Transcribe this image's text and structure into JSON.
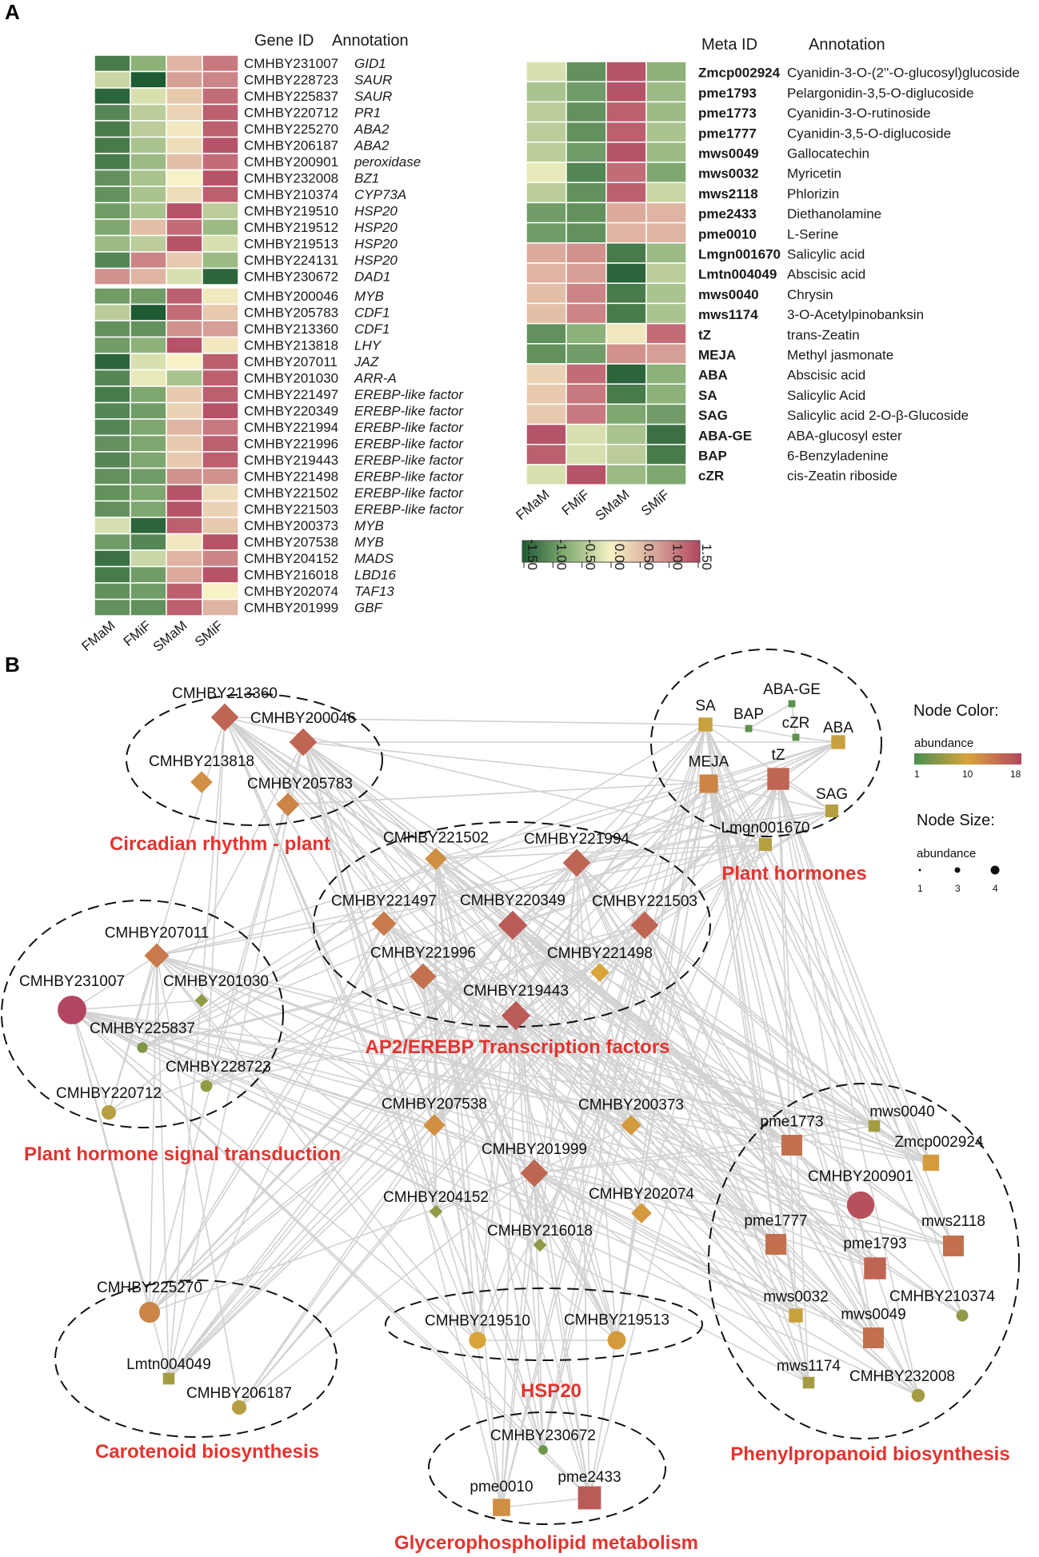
{
  "panels": {
    "a": "A",
    "b": "B"
  },
  "colors": {
    "low": "#1e5a32",
    "midlow": "#86ad74",
    "mid": "#f6f2c5",
    "midhigh": "#d9a59a",
    "high": "#b24660",
    "edge": "#d2d2d2",
    "group_label": "#e3342f"
  },
  "heatmap_left": {
    "header_id": "Gene ID",
    "header_ann": "Annotation",
    "columns": [
      "FMaM",
      "FMiF",
      "SMaM",
      "SMiF"
    ],
    "rows": [
      {
        "id": "CMHBY231007",
        "ann": "GID1",
        "v": [
          -1.2,
          -0.7,
          0.6,
          1.1
        ]
      },
      {
        "id": "CMHBY228723",
        "ann": "SAUR",
        "v": [
          -0.3,
          -1.5,
          0.8,
          1.0
        ]
      },
      {
        "id": "CMHBY225837",
        "ann": "SAUR",
        "v": [
          -1.4,
          -0.2,
          0.4,
          1.2
        ]
      },
      {
        "id": "CMHBY220712",
        "ann": "PR1",
        "v": [
          -1.1,
          -0.4,
          0.3,
          1.3
        ]
      },
      {
        "id": "CMHBY225270",
        "ann": "ABA2",
        "v": [
          -1.2,
          -0.4,
          0.1,
          1.3
        ]
      },
      {
        "id": "CMHBY206187",
        "ann": "ABA2",
        "v": [
          -1.2,
          -0.5,
          0.2,
          1.4
        ]
      },
      {
        "id": "CMHBY200901",
        "ann": "peroxidase",
        "v": [
          -1.2,
          -0.6,
          0.5,
          1.2
        ]
      },
      {
        "id": "CMHBY232008",
        "ann": "BZ1",
        "v": [
          -1.0,
          -0.5,
          0.0,
          1.4
        ]
      },
      {
        "id": "CMHBY210374",
        "ann": "CYP73A",
        "v": [
          -1.0,
          -0.5,
          0.2,
          1.3
        ]
      },
      {
        "id": "CMHBY219510",
        "ann": "HSP20",
        "v": [
          -0.9,
          -0.5,
          1.4,
          -0.4
        ]
      },
      {
        "id": "CMHBY219512",
        "ann": "HSP20",
        "v": [
          -0.8,
          0.5,
          1.2,
          -0.6
        ]
      },
      {
        "id": "CMHBY219513",
        "ann": "HSP20",
        "v": [
          -0.6,
          -0.4,
          1.4,
          -0.2
        ]
      },
      {
        "id": "CMHBY224131",
        "ann": "HSP20",
        "v": [
          -1.1,
          1.0,
          0.4,
          -0.6
        ]
      },
      {
        "id": "CMHBY230672",
        "ann": "DAD1",
        "v": [
          0.9,
          0.6,
          -0.2,
          -1.4
        ]
      },
      {
        "id": "CMHBY200046",
        "ann": "MYB",
        "v": [
          -0.9,
          -0.9,
          1.3,
          0.1
        ]
      },
      {
        "id": "CMHBY205783",
        "ann": "CDF1",
        "v": [
          -0.4,
          -1.5,
          1.2,
          0.4
        ]
      },
      {
        "id": "CMHBY213360",
        "ann": "CDF1",
        "v": [
          -1.0,
          -1.0,
          0.9,
          0.8
        ]
      },
      {
        "id": "CMHBY213818",
        "ann": "LHY",
        "v": [
          -0.9,
          -0.7,
          1.4,
          0.1
        ]
      },
      {
        "id": "CMHBY207011",
        "ann": "JAZ",
        "v": [
          -1.4,
          -0.2,
          0.0,
          1.3
        ]
      },
      {
        "id": "CMHBY201030",
        "ann": "ARR-A",
        "v": [
          -1.1,
          -0.1,
          -0.5,
          1.3
        ]
      },
      {
        "id": "CMHBY221497",
        "ann": "EREBP-like factor",
        "v": [
          -1.2,
          -0.8,
          0.4,
          1.3
        ]
      },
      {
        "id": "CMHBY220349",
        "ann": "EREBP-like factor",
        "v": [
          -1.1,
          -0.9,
          0.3,
          1.4
        ]
      },
      {
        "id": "CMHBY221994",
        "ann": "EREBP-like factor",
        "v": [
          -1.1,
          -0.8,
          0.6,
          1.1
        ]
      },
      {
        "id": "CMHBY221996",
        "ann": "EREBP-like factor",
        "v": [
          -1.0,
          -0.8,
          0.4,
          1.3
        ]
      },
      {
        "id": "CMHBY219443",
        "ann": "EREBP-like factor",
        "v": [
          -1.1,
          -0.8,
          0.4,
          1.3
        ]
      },
      {
        "id": "CMHBY221498",
        "ann": "EREBP-like factor",
        "v": [
          -1.0,
          -0.9,
          0.9,
          0.9
        ]
      },
      {
        "id": "CMHBY221502",
        "ann": "EREBP-like factor",
        "v": [
          -1.0,
          -0.8,
          1.4,
          0.2
        ]
      },
      {
        "id": "CMHBY221503",
        "ann": "EREBP-like factor",
        "v": [
          -1.0,
          -0.8,
          1.4,
          0.3
        ]
      },
      {
        "id": "CMHBY200373",
        "ann": "MYB",
        "v": [
          -0.2,
          -1.4,
          1.3,
          0.4
        ]
      },
      {
        "id": "CMHBY207538",
        "ann": "MYB",
        "v": [
          -0.9,
          -1.1,
          0.1,
          1.4
        ]
      },
      {
        "id": "CMHBY204152",
        "ann": "MADS",
        "v": [
          -1.3,
          -0.3,
          0.6,
          1.0
        ]
      },
      {
        "id": "CMHBY216018",
        "ann": "LBD16",
        "v": [
          -1.2,
          -0.9,
          0.7,
          1.4
        ]
      },
      {
        "id": "CMHBY202074",
        "ann": "TAF13",
        "v": [
          -1.0,
          -0.9,
          1.3,
          0.0
        ]
      },
      {
        "id": "CMHBY201999",
        "ann": "GBF",
        "v": [
          -1.0,
          -1.0,
          1.3,
          0.6
        ]
      }
    ]
  },
  "heatmap_right": {
    "header_id": "Meta ID",
    "header_ann": "Annotation",
    "columns": [
      "FMaM",
      "FMiF",
      "SMaM",
      "SMiF"
    ],
    "rows": [
      {
        "id": "Zmcp002924",
        "ann": "Cyanidin-3-O-(2''-O-glucosyl)glucoside",
        "v": [
          -0.2,
          -1.0,
          1.4,
          -0.7
        ]
      },
      {
        "id": "pme1793",
        "ann": "Pelargonidin-3,5-O-diglucoside",
        "v": [
          -0.5,
          -0.9,
          1.4,
          -0.6
        ]
      },
      {
        "id": "pme1773",
        "ann": "Cyanidin-3-O-rutinoside",
        "v": [
          -0.4,
          -1.0,
          1.3,
          -0.6
        ]
      },
      {
        "id": "pme1777",
        "ann": "Cyanidin-3,5-O-diglucoside",
        "v": [
          -0.4,
          -1.0,
          1.3,
          -0.5
        ]
      },
      {
        "id": "mws0049",
        "ann": "Gallocatechin",
        "v": [
          -0.4,
          -0.9,
          1.4,
          -0.6
        ]
      },
      {
        "id": "mws0032",
        "ann": "Myricetin",
        "v": [
          -0.1,
          -1.1,
          1.2,
          -0.8
        ]
      },
      {
        "id": "mws2118",
        "ann": "Phlorizin",
        "v": [
          -0.4,
          -1.0,
          1.3,
          -0.3
        ]
      },
      {
        "id": "pme2433",
        "ann": "Diethanolamine",
        "v": [
          -0.9,
          -1.0,
          0.7,
          0.6
        ]
      },
      {
        "id": "pme0010",
        "ann": "L-Serine",
        "v": [
          -0.9,
          -1.0,
          0.6,
          0.6
        ]
      },
      {
        "id": "Lmgn001670",
        "ann": "Salicylic acid",
        "v": [
          0.7,
          0.9,
          -1.2,
          -0.6
        ]
      },
      {
        "id": "Lmtn004049",
        "ann": "Abscisic acid",
        "v": [
          0.6,
          0.8,
          -1.4,
          -0.4
        ]
      },
      {
        "id": "mws0040",
        "ann": "Chrysin",
        "v": [
          0.5,
          1.0,
          -1.2,
          -0.5
        ]
      },
      {
        "id": "mws1174",
        "ann": "3-O-Acetylpinobanksin",
        "v": [
          0.5,
          1.0,
          -1.2,
          -0.5
        ]
      },
      {
        "id": "tZ",
        "ann": "trans-Zeatin",
        "v": [
          -1.0,
          -0.7,
          0.1,
          1.2
        ]
      },
      {
        "id": "MEJA",
        "ann": "Methyl jasmonate",
        "v": [
          -1.0,
          -0.9,
          0.9,
          0.8
        ]
      },
      {
        "id": "ABA",
        "ann": "Abscisic acid",
        "v": [
          0.3,
          1.2,
          -1.4,
          -0.7
        ]
      },
      {
        "id": "SA",
        "ann": "Salicylic Acid",
        "v": [
          0.4,
          1.1,
          -1.2,
          -0.7
        ]
      },
      {
        "id": "SAG",
        "ann": "Salicylic acid 2-O-β-Glucoside",
        "v": [
          0.4,
          1.1,
          -0.8,
          -0.9
        ]
      },
      {
        "id": "ABA-GE",
        "ann": "ABA-glucosyl ester",
        "v": [
          1.4,
          -0.2,
          -0.5,
          -1.3
        ]
      },
      {
        "id": "BAP",
        "ann": "6-Benzyladenine",
        "v": [
          1.3,
          -0.2,
          -0.4,
          -1.2
        ]
      },
      {
        "id": "cZR",
        "ann": "cis-Zeatin riboside",
        "v": [
          -0.2,
          1.4,
          -0.6,
          -0.8
        ]
      }
    ]
  },
  "color_scale": {
    "ticks": [
      "-1.50",
      "-1.00",
      "-0.50",
      "0.00",
      "0.50",
      "1.00",
      "1.50"
    ]
  },
  "network": {
    "legend": {
      "color_title": "Node Color:",
      "color_sub": "abundance",
      "color_ticks": [
        "1",
        "10",
        "18"
      ],
      "size_title": "Node Size:",
      "size_sub": "abundance",
      "size_ticks": [
        "1",
        "3",
        "4"
      ]
    },
    "groups": [
      {
        "name": "Circadian rhythm - plant"
      },
      {
        "name": "Plant hormones"
      },
      {
        "name": "AP2/EREBP Transcription factors"
      },
      {
        "name": "Plant hormone signal transduction"
      },
      {
        "name": "Carotenoid biosynthesis"
      },
      {
        "name": "HSP20"
      },
      {
        "name": "Glycerophospholipid metabolism"
      },
      {
        "name": "Phenylpropanoid biosynthesis"
      }
    ],
    "nodes": [
      {
        "id": "CMHBY213360",
        "shape": "diamond",
        "abundance": 15
      },
      {
        "id": "CMHBY200046",
        "shape": "diamond",
        "abundance": 15
      },
      {
        "id": "CMHBY213818",
        "shape": "diamond",
        "abundance": 11
      },
      {
        "id": "CMHBY205783",
        "shape": "diamond",
        "abundance": 12
      },
      {
        "id": "SA",
        "shape": "square",
        "abundance": 8
      },
      {
        "id": "BAP",
        "shape": "square",
        "abundance": 2
      },
      {
        "id": "ABA-GE",
        "shape": "square",
        "abundance": 2
      },
      {
        "id": "cZR",
        "shape": "square",
        "abundance": 2
      },
      {
        "id": "ABA",
        "shape": "square",
        "abundance": 8
      },
      {
        "id": "MEJA",
        "shape": "square",
        "abundance": 12
      },
      {
        "id": "tZ",
        "shape": "square",
        "abundance": 15
      },
      {
        "id": "SAG",
        "shape": "square",
        "abundance": 7
      },
      {
        "id": "Lmgn001670",
        "shape": "square",
        "abundance": 7
      },
      {
        "id": "CMHBY221502",
        "shape": "diamond",
        "abundance": 11
      },
      {
        "id": "CMHBY221994",
        "shape": "diamond",
        "abundance": 15
      },
      {
        "id": "CMHBY221497",
        "shape": "diamond",
        "abundance": 13
      },
      {
        "id": "CMHBY220349",
        "shape": "diamond",
        "abundance": 16
      },
      {
        "id": "CMHBY221503",
        "shape": "diamond",
        "abundance": 15
      },
      {
        "id": "CMHBY221996",
        "shape": "diamond",
        "abundance": 14
      },
      {
        "id": "CMHBY221498",
        "shape": "diamond",
        "abundance": 9
      },
      {
        "id": "CMHBY219443",
        "shape": "diamond",
        "abundance": 16
      },
      {
        "id": "CMHBY207011",
        "shape": "diamond",
        "abundance": 13
      },
      {
        "id": "CMHBY231007",
        "shape": "circle",
        "abundance": 18
      },
      {
        "id": "CMHBY201030",
        "shape": "diamond",
        "abundance": 5
      },
      {
        "id": "CMHBY225837",
        "shape": "circle",
        "abundance": 4
      },
      {
        "id": "CMHBY228723",
        "shape": "circle",
        "abundance": 5
      },
      {
        "id": "CMHBY220712",
        "shape": "circle",
        "abundance": 7
      },
      {
        "id": "CMHBY207538",
        "shape": "diamond",
        "abundance": 11
      },
      {
        "id": "CMHBY200373",
        "shape": "diamond",
        "abundance": 10
      },
      {
        "id": "CMHBY201999",
        "shape": "diamond",
        "abundance": 15
      },
      {
        "id": "CMHBY204152",
        "shape": "diamond",
        "abundance": 5
      },
      {
        "id": "CMHBY202074",
        "shape": "diamond",
        "abundance": 10
      },
      {
        "id": "CMHBY216018",
        "shape": "diamond",
        "abundance": 5
      },
      {
        "id": "CMHBY225270",
        "shape": "circle",
        "abundance": 12
      },
      {
        "id": "Lmtn004049",
        "shape": "square",
        "abundance": 6
      },
      {
        "id": "CMHBY206187",
        "shape": "circle",
        "abundance": 7
      },
      {
        "id": "CMHBY219510",
        "shape": "circle",
        "abundance": 9
      },
      {
        "id": "CMHBY219513",
        "shape": "circle",
        "abundance": 10
      },
      {
        "id": "CMHBY230672",
        "shape": "circle",
        "abundance": 3
      },
      {
        "id": "pme0010",
        "shape": "square",
        "abundance": 11
      },
      {
        "id": "pme2433",
        "shape": "square",
        "abundance": 16
      },
      {
        "id": "pme1773",
        "shape": "square",
        "abundance": 14
      },
      {
        "id": "mws0040",
        "shape": "square",
        "abundance": 6
      },
      {
        "id": "Zmcp002924",
        "shape": "square",
        "abundance": 10
      },
      {
        "id": "CMHBY200901",
        "shape": "circle",
        "abundance": 17
      },
      {
        "id": "pme1777",
        "shape": "square",
        "abundance": 14
      },
      {
        "id": "mws2118",
        "shape": "square",
        "abundance": 14
      },
      {
        "id": "pme1793",
        "shape": "square",
        "abundance": 15
      },
      {
        "id": "mws0032",
        "shape": "square",
        "abundance": 8
      },
      {
        "id": "CMHBY210374",
        "shape": "circle",
        "abundance": 5
      },
      {
        "id": "mws0049",
        "shape": "square",
        "abundance": 14
      },
      {
        "id": "mws1174",
        "shape": "square",
        "abundance": 6
      },
      {
        "id": "CMHBY232008",
        "shape": "circle",
        "abundance": 6
      }
    ]
  }
}
